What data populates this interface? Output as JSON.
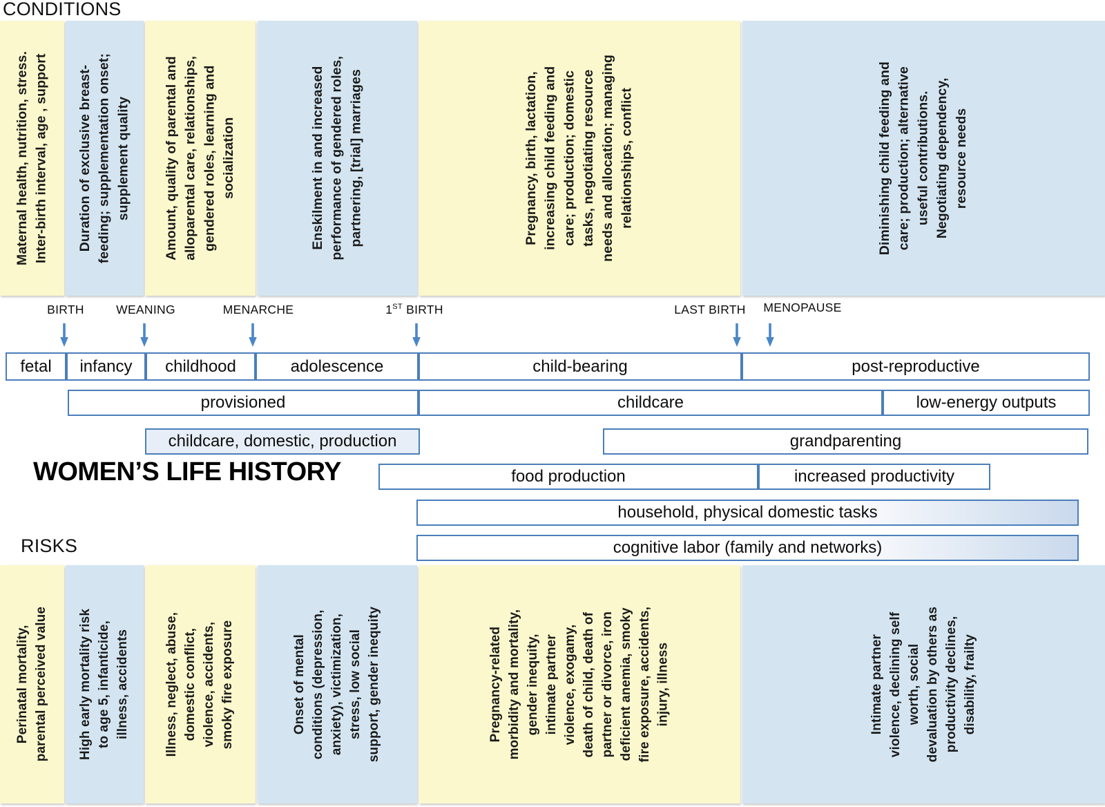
{
  "headings": {
    "conditions": "CONDITIONS",
    "risks": "RISKS",
    "main_title": "WOMEN’S LIFE HISTORY"
  },
  "colors": {
    "yellow_panel": "#fbf8cd",
    "blue_panel": "#d4e5f1",
    "box_border": "#4a7ebb",
    "highlight_fill": "#e7eef7",
    "arrow": "#4a86c8"
  },
  "conditions": [
    {
      "stage": "fetal",
      "tone": "yellow",
      "text": "Maternal health, nutrition, stress.\nInter-birth interval, age , support"
    },
    {
      "stage": "infancy",
      "tone": "blue",
      "text": "Duration of exclusive breast-\nfeeding; supplementation onset;\nsupplement quality"
    },
    {
      "stage": "childhood",
      "tone": "yellow",
      "text": "Amount, quality of parental and\nalloparental care, relationships,\ngendered roles, learning and\nsocialization"
    },
    {
      "stage": "adolescence",
      "tone": "blue",
      "text": "Enskilment in and increased\nperformance of gendered roles,\npartnering, [trial] marriages"
    },
    {
      "stage": "child-bearing",
      "tone": "yellow",
      "text": "Pregnancy, birth, lactation,\nincreasing child feeding and\ncare; production; domestic\ntasks, negotiating resource\nneeds and allocation; managing\nrelationships, conflict"
    },
    {
      "stage": "post-reproductive",
      "tone": "blue",
      "text": "Diminishing child feeding and\ncare; production; alternative\nuseful contributions.\nNegotiating dependency,\nresource needs"
    }
  ],
  "risks": [
    {
      "stage": "fetal",
      "tone": "yellow",
      "text": "Perinatal mortality,\nparental perceived value"
    },
    {
      "stage": "infancy",
      "tone": "blue",
      "text": "High early mortality risk\nto age 5, infanticide,\nillness, accidents"
    },
    {
      "stage": "childhood",
      "tone": "yellow",
      "text": "Illness, neglect, abuse,\ndomestic conflict,\nviolence, accidents,\nsmoky fire exposure"
    },
    {
      "stage": "adolescence",
      "tone": "blue",
      "text": "Onset of mental\nconditions (depression,\nanxiety), victimization,\nstress, low social\nsupport, gender inequity"
    },
    {
      "stage": "child-bearing",
      "tone": "yellow",
      "text": "Pregnancy-related\nmorbidity and mortality,\ngender inequity,\nintimate partner\nviolence, exogamy,\ndeath of child, death of\npartner or divorce, iron\ndeficient anemia, smoky\nfire exposure, accidents,\ninjury, illness"
    },
    {
      "stage": "post-reproductive",
      "tone": "blue",
      "text": "Intimate partner\nviolence, declining self\nworth, social\ndevaluation by others as\nproductivity declines,\ndisability, frailty"
    }
  ],
  "milestones": [
    {
      "label": "BIRTH",
      "sup": ""
    },
    {
      "label": "WEANING",
      "sup": ""
    },
    {
      "label": "MENARCHE",
      "sup": ""
    },
    {
      "label": "BIRTH",
      "sup": "1ST",
      "prefix_num": "1",
      "prefix_sup": "ST"
    },
    {
      "label": "LAST BIRTH",
      "sup": ""
    },
    {
      "label": "MENOPAUSE",
      "sup": ""
    }
  ],
  "life_stages": [
    "fetal",
    "infancy",
    "childhood",
    "adolescence",
    "child-bearing",
    "post-reproductive"
  ],
  "activity_rows": [
    {
      "row": "support",
      "boxes": [
        "provisioned",
        "childcare",
        "low-energy outputs"
      ]
    },
    {
      "row": "work",
      "boxes": [
        "childcare, domestic, production",
        "grandparenting"
      ]
    },
    {
      "row": "production",
      "boxes": [
        "food production",
        "increased productivity"
      ]
    },
    {
      "row": "domestic",
      "boxes": [
        "household, physical domestic tasks"
      ]
    },
    {
      "row": "cognitive",
      "boxes": [
        "cognitive labor (family and networks)"
      ]
    }
  ],
  "boxes": {
    "provisioned": "provisioned",
    "childcare": "childcare",
    "low_energy_outputs": "low-energy outputs",
    "childcare_domestic_production": "childcare, domestic, production",
    "grandparenting": "grandparenting",
    "food_production": "food production",
    "increased_productivity": "increased productivity",
    "household_tasks": "household, physical domestic tasks",
    "cognitive_labor": "cognitive labor (family and networks)"
  }
}
